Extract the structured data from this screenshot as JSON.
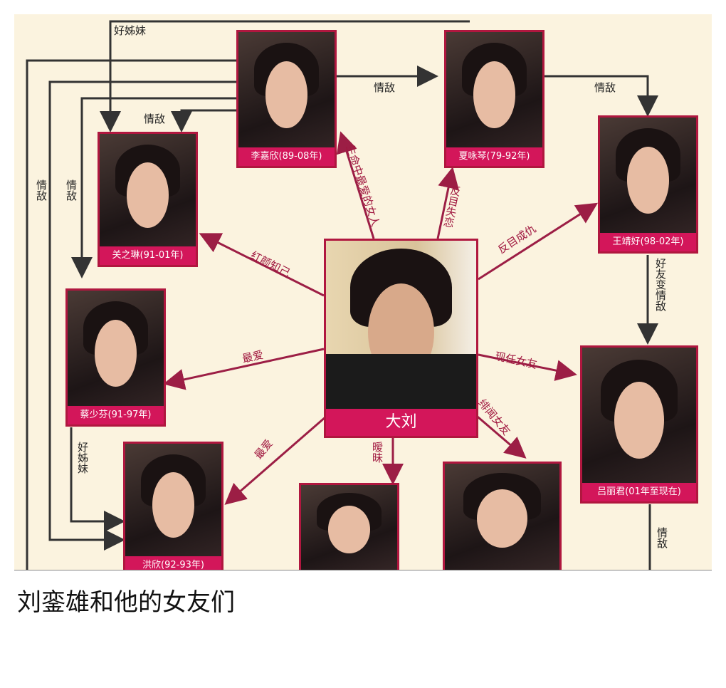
{
  "center": {
    "name": "大刘"
  },
  "people": [
    {
      "id": "li",
      "label": "李嘉欣(89-08年)"
    },
    {
      "id": "xia",
      "label": "夏咏琴(79-92年)"
    },
    {
      "id": "guan",
      "label": "关之琳(91-01年)"
    },
    {
      "id": "wang",
      "label": "王靖好(98-02年)"
    },
    {
      "id": "cai",
      "label": "蔡少芬(91-97年)"
    },
    {
      "id": "lv",
      "label": "吕丽君(01年至现在)"
    },
    {
      "id": "hong",
      "label": "洪欣(92-93年)"
    },
    {
      "id": "bm",
      "label": ""
    },
    {
      "id": "br",
      "label": ""
    }
  ],
  "relations": {
    "top": "好姊妹",
    "li_xia": "情敌",
    "xia_wang": "情敌",
    "li_guan": "情敌",
    "left1": "情敌",
    "left2": "情敌",
    "left3": "好姊妹",
    "li": "生命中最爱的女人",
    "xia": "反目失恋",
    "wang": "反目成仇",
    "guan": "红颜知己",
    "cai": "最爱",
    "lv": "现任女友",
    "br": "绯闻女友",
    "bm": "暧昧",
    "hong": "最爱",
    "cai_hong": "好姊妹",
    "wang_lv": "好友变情敌",
    "lv_down": "情敌"
  },
  "caption": "刘銮雄和他的女友们"
}
